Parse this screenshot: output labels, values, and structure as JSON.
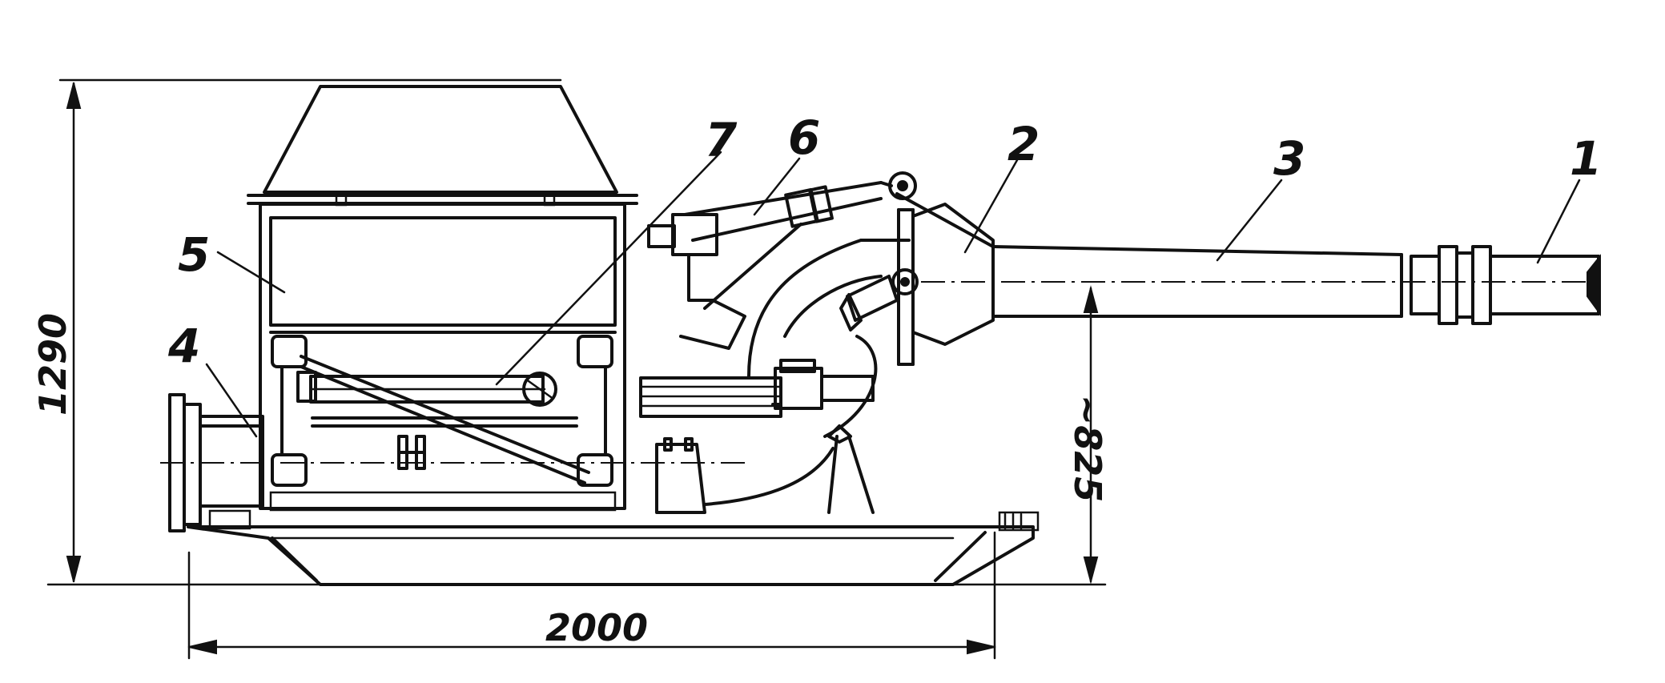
{
  "callouts": {
    "c1": "1",
    "c2": "2",
    "c3": "3",
    "c4": "4",
    "c5": "5",
    "c6": "6",
    "c7": "7"
  },
  "dimensions": {
    "overall_height": "1290",
    "axis_height": "~825",
    "base_length": "2000"
  }
}
